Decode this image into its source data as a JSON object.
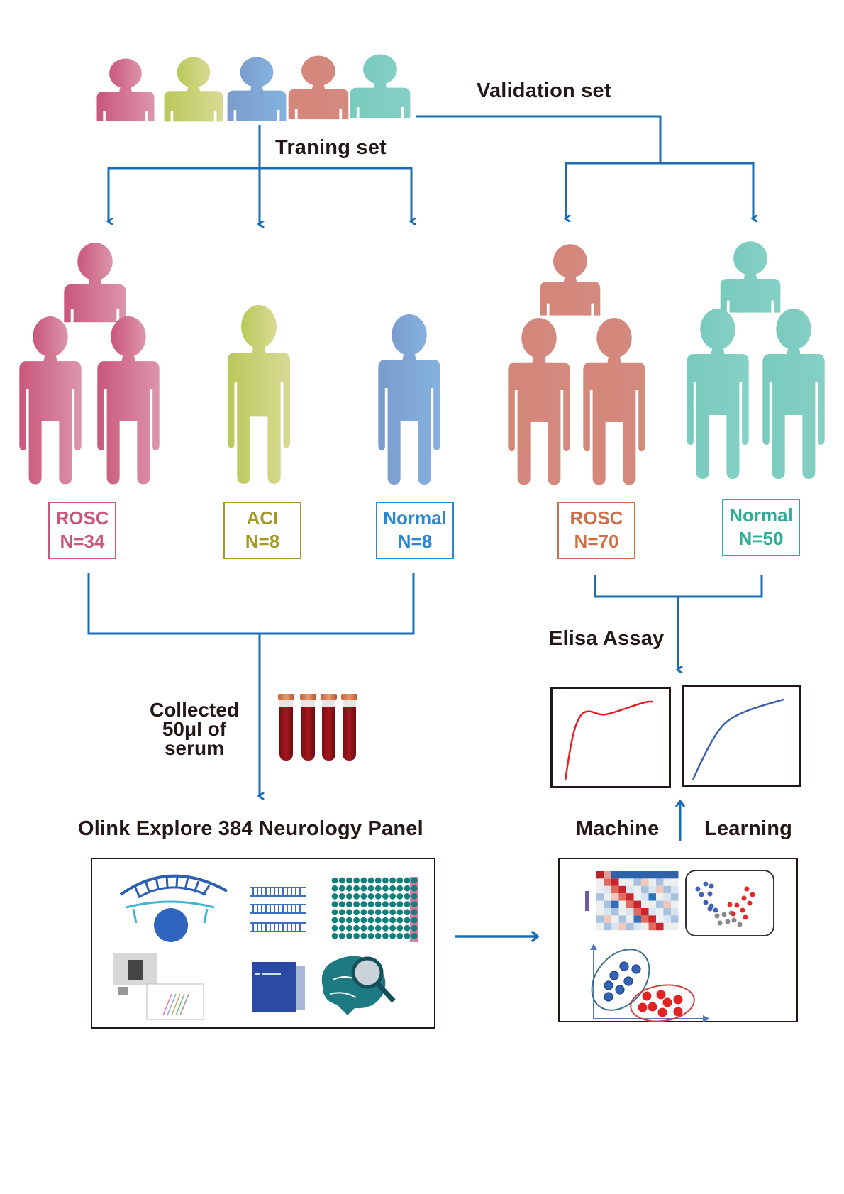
{
  "labels": {
    "validation_set": "Validation set",
    "training_set": "Traning set",
    "elisa_assay": "Elisa Assay",
    "collected": [
      "Collected",
      "50μl  of",
      "serum"
    ],
    "olink_panel": "Olink Explore 384 Neurology Panel",
    "machine": "Machine",
    "learning": "Learning"
  },
  "colors": {
    "connector": "#1a6db5",
    "rosc_training": "#c8597d",
    "aci": "#a69a24",
    "normal_training": "#2b87d1",
    "rosc_validation": "#cf6f47",
    "normal_validation": "#2fac98",
    "figure_rosc_training": "#cd6585",
    "figure_aci": "#c5cd6c",
    "figure_normal_training": "#7fa8d6",
    "figure_rosc_validation": "#d5877b",
    "figure_normal_validation": "#7fcdc0",
    "curve_red": "#e41f26",
    "curve_blue": "#3d62ad"
  },
  "training_groups": [
    {
      "name": "ROSC",
      "count": "N=34"
    },
    {
      "name": "ACI",
      "count": "N=8"
    },
    {
      "name": "Normal",
      "count": "N=8"
    }
  ],
  "validation_groups": [
    {
      "name": "ROSC",
      "count": "N=70"
    },
    {
      "name": "Normal",
      "count": "N=50"
    }
  ],
  "icons": {
    "top_row": [
      "person-icon-rosc",
      "person-icon-aci",
      "person-icon-normal",
      "person-icon-rosc-validation",
      "person-icon-normal-validation"
    ],
    "olink_panel": [
      "proximity-extension-icon",
      "dna-strands-icon",
      "well-plate-icon",
      "microfluidic-chip-icon",
      "sequencer-instrument-icon",
      "brain-magnifier-icon"
    ],
    "ml_panel": [
      "correlation-heatmap-icon",
      "scatter-cluster-icon",
      "clustering-plot-icon"
    ],
    "serum": "blood-tubes-icon"
  }
}
